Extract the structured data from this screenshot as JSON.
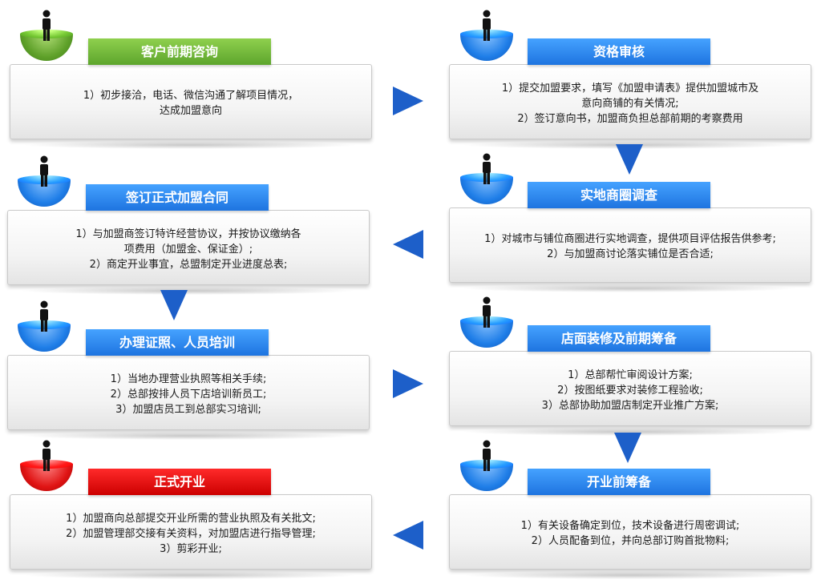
{
  "colors": {
    "green_title": "#6cb43a",
    "blue_title": "#2f8cf2",
    "red_title": "#e01010",
    "arrow": "#1d5fc9"
  },
  "steps": [
    {
      "title": "客户前期咨询",
      "lines": [
        "1）初步接洽，电话、微信沟通了解项目情况，",
        "达成加盟意向"
      ]
    },
    {
      "title": "资格审核",
      "lines": [
        "1）提交加盟要求，填写《加盟申请表》提供加盟城市及",
        "意向商铺的有关情况;",
        "2）签订意向书，加盟商负担总部前期的考察费用"
      ]
    },
    {
      "title": "实地商圈调查",
      "lines": [
        "1）对城市与铺位商圈进行实地调查，提供项目评估报告供参考;",
        "2）与加盟商讨论落实铺位是否合适;"
      ]
    },
    {
      "title": "签订正式加盟合同",
      "lines": [
        "1）与加盟商签订特许经营协议，并按协议缴纳各",
        "项费用（加盟金、保证金）;",
        "2）商定开业事宜，总盟制定开业进度总表;"
      ]
    },
    {
      "title": "办理证照、人员培训",
      "lines": [
        "1）当地办理营业执照等相关手续;",
        "2）总部按排人员下店培训新员工;",
        "3）加盟店员工到总部实习培训;"
      ]
    },
    {
      "title": "店面装修及前期筹备",
      "lines": [
        "1）总部帮忙审阅设计方案;",
        "2）按图纸要求对装修工程验收;",
        "3）总部协助加盟店制定开业推广方案;"
      ]
    },
    {
      "title": "开业前筹备",
      "lines": [
        "1）有关设备确定到位，技术设备进行周密调试;",
        "2）人员配备到位，并向总部订购首批物料;"
      ]
    },
    {
      "title": "正式开业",
      "lines": [
        "1）加盟商向总部提交开业所需的营业执照及有关批文;",
        "2）加盟管理部交接有关资料，对加盟店进行指导管理;",
        "3）剪彩开业;"
      ]
    }
  ]
}
